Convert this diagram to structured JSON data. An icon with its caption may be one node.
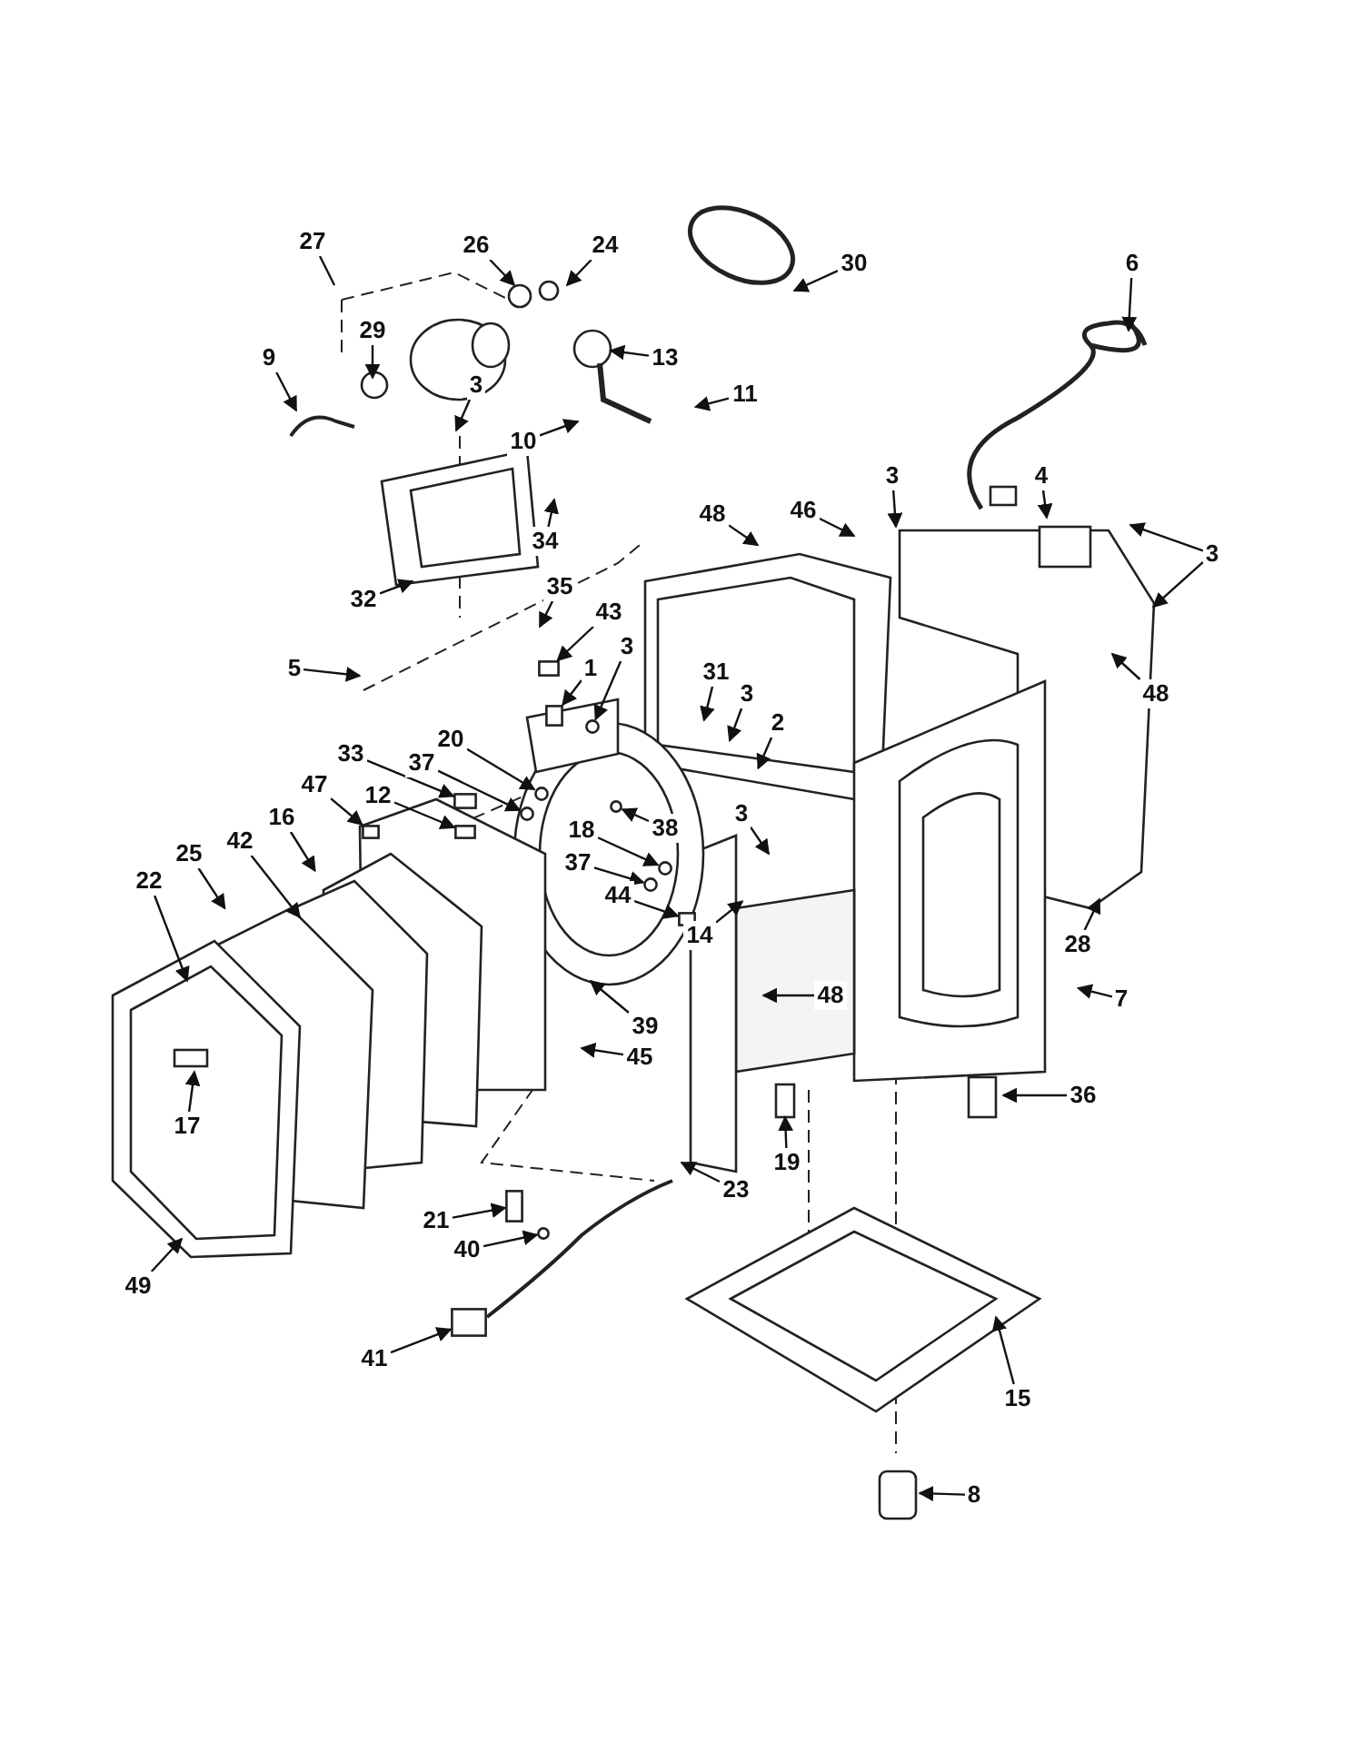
{
  "diagram": {
    "nodes": [
      {
        "text": [
          "27"
        ]
      },
      {
        "text": [
          "26"
        ]
      },
      {
        "text": [
          "24"
        ]
      },
      {
        "text": [
          "30"
        ]
      },
      {
        "text": [
          "6"
        ]
      },
      {
        "text": [
          "29"
        ]
      },
      {
        "text": [
          "13"
        ]
      },
      {
        "text": [
          "9"
        ]
      },
      {
        "text": [
          "3"
        ]
      },
      {
        "text": [
          "11"
        ]
      },
      {
        "text": [
          "10"
        ]
      },
      {
        "text": [
          "34"
        ]
      },
      {
        "text": [
          "32"
        ]
      },
      {
        "text": [
          "48"
        ]
      },
      {
        "text": [
          "46"
        ]
      },
      {
        "text": [
          "3"
        ]
      },
      {
        "text": [
          "4"
        ]
      },
      {
        "text": [
          "3"
        ]
      },
      {
        "text": [
          "35"
        ]
      },
      {
        "text": [
          "43"
        ]
      },
      {
        "text": [
          "5"
        ]
      },
      {
        "text": [
          "1"
        ]
      },
      {
        "text": [
          "3"
        ]
      },
      {
        "text": [
          "31"
        ]
      },
      {
        "text": [
          "48"
        ]
      },
      {
        "text": [
          "2"
        ]
      },
      {
        "text": [
          "3"
        ]
      },
      {
        "text": [
          "20"
        ]
      },
      {
        "text": [
          "33"
        ]
      },
      {
        "text": [
          "37"
        ]
      },
      {
        "text": [
          "47"
        ]
      },
      {
        "text": [
          "12"
        ]
      },
      {
        "text": [
          "16"
        ]
      },
      {
        "text": [
          "18"
        ]
      },
      {
        "text": [
          "38"
        ]
      },
      {
        "text": [
          "3"
        ]
      },
      {
        "text": [
          "42"
        ]
      },
      {
        "text": [
          "37"
        ]
      },
      {
        "text": [
          "25"
        ]
      },
      {
        "text": [
          "44"
        ]
      },
      {
        "text": [
          "22"
        ]
      },
      {
        "text": [
          "14"
        ]
      },
      {
        "text": [
          "28"
        ]
      },
      {
        "text": [
          "7"
        ]
      },
      {
        "text": [
          "48"
        ]
      },
      {
        "text": [
          "39"
        ]
      },
      {
        "text": [
          "45"
        ]
      },
      {
        "text": [
          "17"
        ]
      },
      {
        "text": [
          "36"
        ]
      },
      {
        "text": [
          "19"
        ]
      },
      {
        "text": [
          "23"
        ]
      },
      {
        "text": [
          "21"
        ]
      },
      {
        "text": [
          "40"
        ]
      },
      {
        "text": [
          "49"
        ]
      },
      {
        "text": [
          "41"
        ]
      },
      {
        "text": [
          "15"
        ]
      },
      {
        "text": [
          "8"
        ]
      },
      {
        "text": [],
        "shape": "box"
      },
      {
        "text": [],
        "shape": "circle"
      },
      {
        "text": [],
        "shape": "box"
      },
      {
        "text": [],
        "shape": "circle"
      },
      {
        "text": [],
        "shape": "box"
      },
      {
        "text": [],
        "shape": "circle"
      },
      {
        "text": [],
        "shape": "circle"
      },
      {
        "text": [],
        "shape": "circle"
      },
      {
        "text": [],
        "shape": "box"
      },
      {
        "text": [],
        "shape": "box"
      },
      {
        "text": [],
        "shape": "box"
      },
      {
        "text": [],
        "shape": "box"
      },
      {
        "text": [],
        "shape": "circle"
      },
      {
        "text": [],
        "shape": "box"
      },
      {
        "text": [],
        "shape": "circle"
      }
    ],
    "edges": [
      {
        "from": 0,
        "to": null,
        "arrow": "none"
      },
      {
        "from": 1,
        "to": null,
        "arrow": "to"
      },
      {
        "from": 2,
        "to": null,
        "arrow": "to"
      },
      {
        "from": 3,
        "to": null,
        "arrow": "to"
      },
      {
        "from": 4,
        "to": null,
        "arrow": "to"
      },
      {
        "from": 5,
        "to": null,
        "arrow": "to"
      },
      {
        "from": 6,
        "to": null,
        "arrow": "to"
      },
      {
        "from": 7,
        "to": null,
        "arrow": "to"
      },
      {
        "from": 8,
        "to": null,
        "arrow": "to"
      },
      {
        "from": 9,
        "to": null,
        "arrow": "to"
      },
      {
        "from": 10,
        "to": null,
        "arrow": "to"
      },
      {
        "from": 11,
        "to": null,
        "arrow": "to"
      },
      {
        "from": 12,
        "to": null,
        "arrow": "to"
      },
      {
        "from": 13,
        "to": null,
        "arrow": "to"
      },
      {
        "from": 14,
        "to": null,
        "arrow": "to"
      },
      {
        "from": 15,
        "to": null,
        "arrow": "to"
      },
      {
        "from": 16,
        "to": null,
        "arrow": "to"
      },
      {
        "from": 17,
        "to": null,
        "arrow": "to"
      },
      {
        "from": 17,
        "to": null,
        "arrow": "to"
      },
      {
        "from": 18,
        "to": null,
        "arrow": "to"
      },
      {
        "from": 19,
        "to": 57,
        "arrow": "to"
      },
      {
        "from": 20,
        "to": null,
        "arrow": "to"
      },
      {
        "from": 21,
        "to": 68,
        "arrow": "to"
      },
      {
        "from": 22,
        "to": 58,
        "arrow": "to"
      },
      {
        "from": 23,
        "to": null,
        "arrow": "to"
      },
      {
        "from": 24,
        "to": null,
        "arrow": "to"
      },
      {
        "from": 25,
        "to": null,
        "arrow": "to"
      },
      {
        "from": 26,
        "to": null,
        "arrow": "to"
      },
      {
        "from": 27,
        "to": 69,
        "arrow": "to"
      },
      {
        "from": 28,
        "to": 59,
        "arrow": "to"
      },
      {
        "from": 29,
        "to": 60,
        "arrow": "to"
      },
      {
        "from": 30,
        "to": 61,
        "arrow": "to"
      },
      {
        "from": 31,
        "to": 70,
        "arrow": "to"
      },
      {
        "from": 32,
        "to": null,
        "arrow": "to"
      },
      {
        "from": 33,
        "to": 62,
        "arrow": "to"
      },
      {
        "from": 34,
        "to": 63,
        "arrow": "to"
      },
      {
        "from": 35,
        "to": null,
        "arrow": "to"
      },
      {
        "from": 36,
        "to": null,
        "arrow": "to"
      },
      {
        "from": 37,
        "to": 64,
        "arrow": "to"
      },
      {
        "from": 38,
        "to": null,
        "arrow": "to"
      },
      {
        "from": 39,
        "to": 65,
        "arrow": "to"
      },
      {
        "from": 40,
        "to": null,
        "arrow": "to"
      },
      {
        "from": 41,
        "to": null,
        "arrow": "to"
      },
      {
        "from": 42,
        "to": null,
        "arrow": "to"
      },
      {
        "from": 43,
        "to": null,
        "arrow": "to"
      },
      {
        "from": 44,
        "to": null,
        "arrow": "to"
      },
      {
        "from": 45,
        "to": null,
        "arrow": "to"
      },
      {
        "from": 46,
        "to": null,
        "arrow": "to"
      },
      {
        "from": 47,
        "to": null,
        "arrow": "to"
      },
      {
        "from": 48,
        "to": null,
        "arrow": "to"
      },
      {
        "from": 49,
        "to": null,
        "arrow": "to"
      },
      {
        "from": 50,
        "to": null,
        "arrow": "to"
      },
      {
        "from": 51,
        "to": 66,
        "arrow": "to"
      },
      {
        "from": 52,
        "to": 71,
        "arrow": "to"
      },
      {
        "from": 53,
        "to": null,
        "arrow": "to"
      },
      {
        "from": 54,
        "to": 67,
        "arrow": "to"
      },
      {
        "from": 55,
        "to": null,
        "arrow": "to"
      },
      {
        "from": 56,
        "to": null,
        "arrow": "to"
      }
    ]
  }
}
